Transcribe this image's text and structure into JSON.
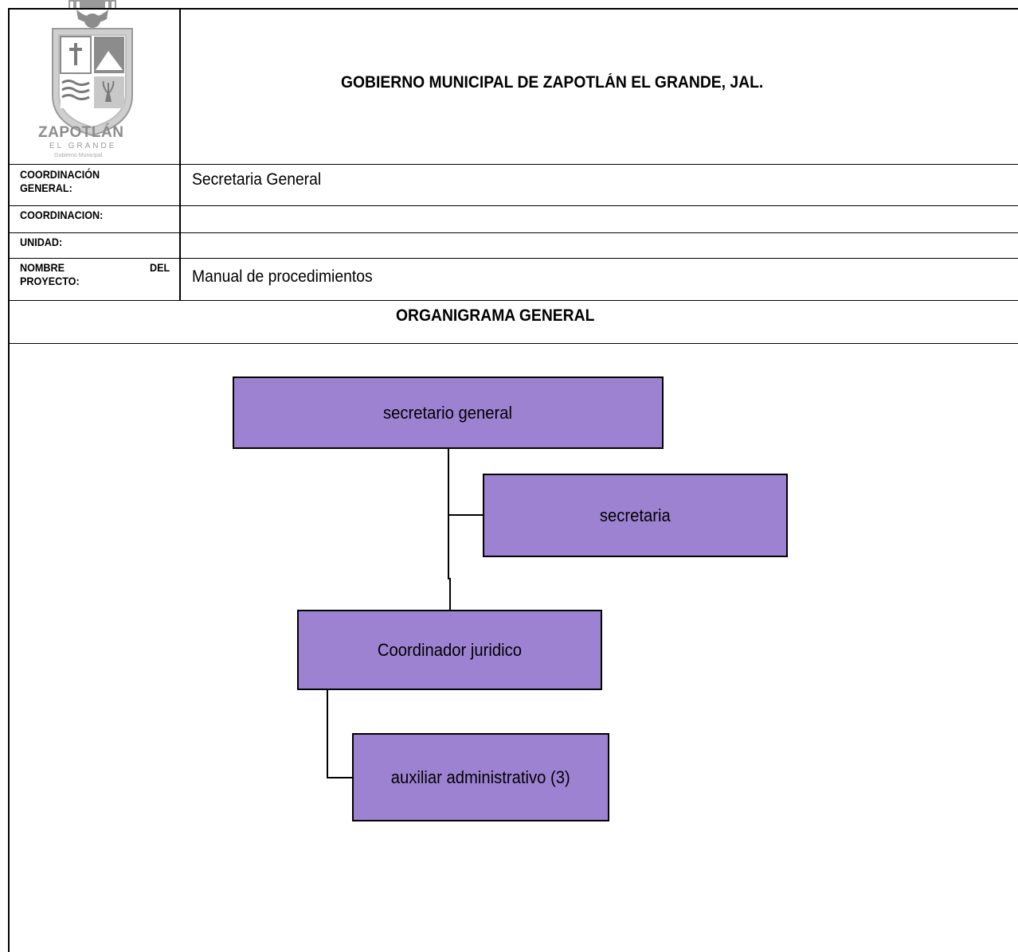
{
  "header": {
    "logo": {
      "name_text": "ZAPOTLÁN",
      "subtitle_text": "EL GRANDE",
      "caption_text": "Gobierno Municipal",
      "colors": {
        "gray": "#8c8c8c",
        "light": "#c8c8c8"
      }
    },
    "title": "GOBIERNO MUNICIPAL DE ZAPOTLÁN EL GRANDE, JAL."
  },
  "fields": [
    {
      "label_line1": "COORDINACIÓN",
      "label_line2": "GENERAL:",
      "value": "Secretaria General"
    },
    {
      "label_line1": "COORDINACION:",
      "label_line2": "",
      "value": ""
    },
    {
      "label_line1": "UNIDAD:",
      "label_line2": "",
      "value": ""
    },
    {
      "label_line1": "NOMBRE",
      "label_line1_right": "DEL",
      "label_line2": "PROYECTO:",
      "value": "Manual de procedimientos"
    }
  ],
  "section_title": "ORGANIGRAMA GENERAL",
  "org_chart": {
    "box_color": "#9e82d2",
    "nodes": [
      {
        "id": "secretario_general",
        "label": "secretario general"
      },
      {
        "id": "secretaria",
        "label": "secretaria",
        "parent": "secretario_general"
      },
      {
        "id": "coordinador_juridico",
        "label": "Coordinador juridico",
        "parent": "secretario_general"
      },
      {
        "id": "auxiliar_administrativo",
        "label": "auxiliar administrativo (3)",
        "parent": "coordinador_juridico"
      }
    ]
  }
}
